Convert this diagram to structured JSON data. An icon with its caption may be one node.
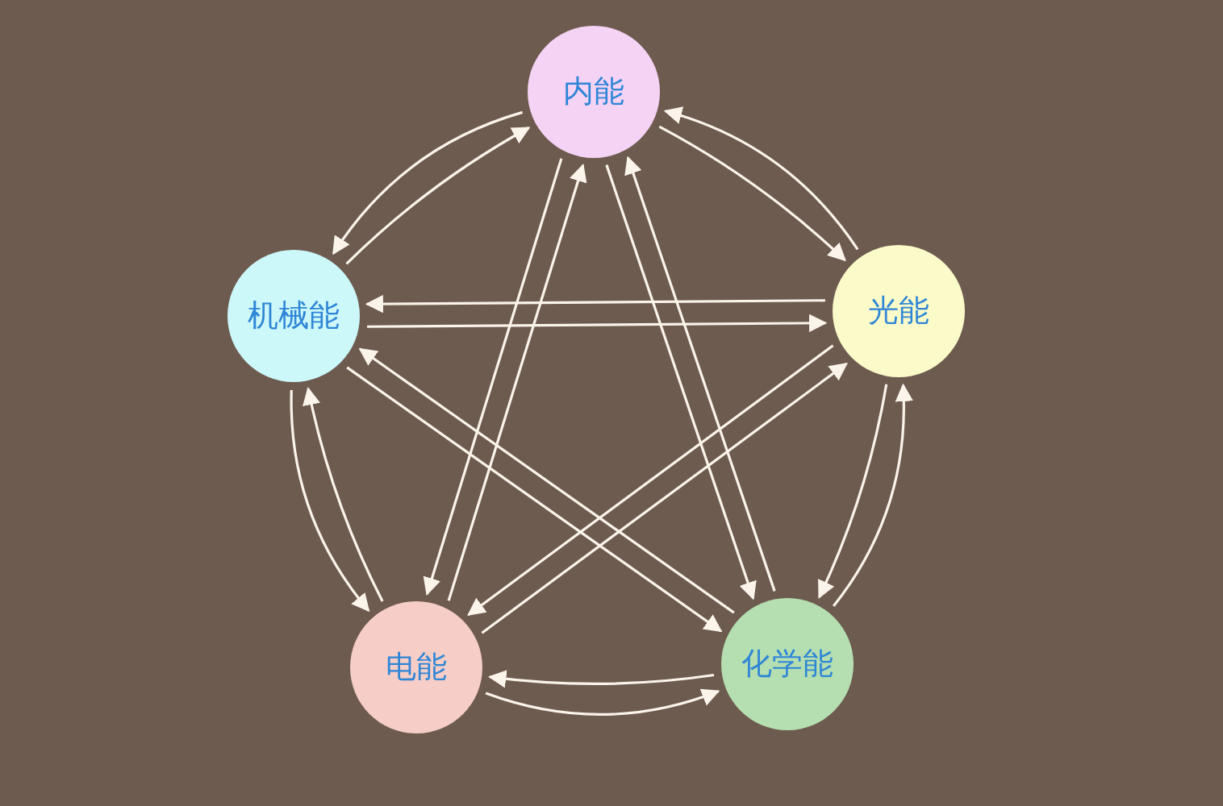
{
  "diagram": {
    "nodes": [
      {
        "text": [
          "内能"
        ]
      },
      {
        "text": [
          "机械能"
        ]
      },
      {
        "text": [
          "光能"
        ]
      },
      {
        "text": [
          "电能"
        ]
      },
      {
        "text": [
          "化学能"
        ]
      }
    ],
    "edges": [
      {
        "from": 1,
        "to": 0,
        "arrow": "to"
      },
      {
        "from": 0,
        "to": 1,
        "arrow": "to"
      },
      {
        "from": 0,
        "to": 2,
        "arrow": "to"
      },
      {
        "from": 2,
        "to": 0,
        "arrow": "to"
      },
      {
        "from": 1,
        "to": 2,
        "arrow": "to"
      },
      {
        "from": 2,
        "to": 1,
        "arrow": "to"
      },
      {
        "from": 3,
        "to": 0,
        "arrow": "to"
      },
      {
        "from": 0,
        "to": 3,
        "arrow": "to"
      },
      {
        "from": 4,
        "to": 0,
        "arrow": "to"
      },
      {
        "from": 0,
        "to": 4,
        "arrow": "to"
      },
      {
        "from": 3,
        "to": 1,
        "arrow": "to"
      },
      {
        "from": 1,
        "to": 3,
        "arrow": "to"
      },
      {
        "from": 4,
        "to": 2,
        "arrow": "to"
      },
      {
        "from": 2,
        "to": 4,
        "arrow": "to"
      },
      {
        "from": 1,
        "to": 4,
        "arrow": "to"
      },
      {
        "from": 4,
        "to": 1,
        "arrow": "to"
      },
      {
        "from": 3,
        "to": 2,
        "arrow": "to"
      },
      {
        "from": 2,
        "to": 3,
        "arrow": "to"
      },
      {
        "from": 3,
        "to": 4,
        "arrow": "to"
      },
      {
        "from": 4,
        "to": 3,
        "arrow": "to"
      }
    ]
  }
}
